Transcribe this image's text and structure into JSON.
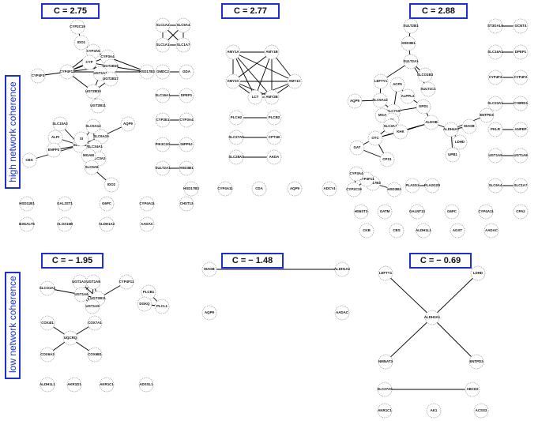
{
  "labels": {
    "high": "high network coherence",
    "low": "low network coherence"
  },
  "colors": {
    "accent": "#1f2ed1",
    "node_border": "#999999",
    "edge": "#000000"
  },
  "panels": [
    {
      "id": "p1",
      "c_label": "C = 2.75",
      "nodes": [
        {
          "id": "a1",
          "label": "CYP2C19"
        },
        {
          "id": "a2",
          "label": "IDO1"
        },
        {
          "id": "a3",
          "label": "CYP3A5"
        },
        {
          "id": "a4",
          "label": "CYP3A4"
        },
        {
          "id": "a5",
          "label": "CYP4F12"
        },
        {
          "id": "a6",
          "label": "CYP4F3"
        },
        {
          "id": "a7",
          "label": "CYP"
        },
        {
          "id": "a8",
          "label": "UGT2B15"
        },
        {
          "id": "a9",
          "label": "UGT1A1"
        },
        {
          "id": "a10",
          "label": "UGT2B17"
        },
        {
          "id": "a11",
          "label": "UGT2B10"
        },
        {
          "id": "a12",
          "label": "UGT2B11"
        },
        {
          "id": "a13",
          "label": "HSD17B3"
        },
        {
          "id": "b1",
          "label": "SLC1A2"
        },
        {
          "id": "b2",
          "label": "SLC6A4"
        },
        {
          "id": "b3",
          "label": "SLC1A1"
        },
        {
          "id": "b4",
          "label": "SLC1A7"
        },
        {
          "id": "b5",
          "label": "GMDC2"
        },
        {
          "id": "b6",
          "label": "GDA"
        },
        {
          "id": "b7",
          "label": "SLC16A1"
        },
        {
          "id": "b8",
          "label": "DPEP1"
        },
        {
          "id": "b9",
          "label": "CYP2E1"
        },
        {
          "id": "b10",
          "label": "CYP3A4"
        },
        {
          "id": "b11",
          "label": "PIK3C2G"
        },
        {
          "id": "b12",
          "label": "INPP5J"
        },
        {
          "id": "b13",
          "label": "SULT2A1"
        },
        {
          "id": "b14",
          "label": "HSD3B1"
        },
        {
          "id": "c1",
          "label": "SLC10A2"
        },
        {
          "id": "c2",
          "label": "ALPI"
        },
        {
          "id": "c3",
          "label": "ENPP3"
        },
        {
          "id": "c4",
          "label": "SLC3A1"
        },
        {
          "id": "c5",
          "label": "SLC5A12"
        },
        {
          "id": "c6",
          "label": "SLC6A19"
        },
        {
          "id": "c7",
          "label": "SLC34A1"
        },
        {
          "id": "c8",
          "label": "SLC3A2"
        },
        {
          "id": "c9",
          "label": "MGAM"
        },
        {
          "id": "c10",
          "label": "SLC5A8"
        },
        {
          "id": "c11",
          "label": "AQP9"
        },
        {
          "id": "c12",
          "label": "CBS"
        },
        {
          "id": "c13",
          "label": "SI"
        },
        {
          "id": "c14",
          "label": "IDO2"
        },
        {
          "id": "d1",
          "label": "HSD11B1"
        },
        {
          "id": "d2",
          "label": "GAL3ST1"
        },
        {
          "id": "d3",
          "label": "G6PC"
        },
        {
          "id": "d4",
          "label": "CYP4A11"
        },
        {
          "id": "d5",
          "label": "CHST13"
        },
        {
          "id": "d6",
          "label": "B3GALT5"
        },
        {
          "id": "d7",
          "label": "ALOX15B"
        },
        {
          "id": "d8",
          "label": "ALDH1A2"
        },
        {
          "id": "d9",
          "label": "AADAC"
        }
      ]
    },
    {
      "id": "p2",
      "c_label": "C = 2.77",
      "nodes": [
        {
          "id": "e1",
          "label": "AMY1A"
        },
        {
          "id": "e2",
          "label": "AMY1B"
        },
        {
          "id": "e3",
          "label": "AMY1C"
        },
        {
          "id": "e4",
          "label": "AMY2A"
        },
        {
          "id": "e5",
          "label": "LCT"
        },
        {
          "id": "e6",
          "label": "AMY2B"
        },
        {
          "id": "e7",
          "label": "PLCH2"
        },
        {
          "id": "e8",
          "label": "PLCB2"
        },
        {
          "id": "e9",
          "label": "SLC27A5"
        },
        {
          "id": "e10",
          "label": "CPT1B"
        },
        {
          "id": "e11",
          "label": "SLC28A3"
        },
        {
          "id": "e12",
          "label": "AKDA"
        },
        {
          "id": "e13",
          "label": "HSD17B3"
        },
        {
          "id": "e14",
          "label": "CYP4A11"
        },
        {
          "id": "e15",
          "label": "CDA"
        },
        {
          "id": "e16",
          "label": "AQP9"
        },
        {
          "id": "e17",
          "label": "ADCY4"
        }
      ]
    },
    {
      "id": "p3",
      "c_label": "C = 2.88",
      "nodes": [
        {
          "id": "f1",
          "label": "SULT2B1"
        },
        {
          "id": "f2",
          "label": "HSD3B1"
        },
        {
          "id": "f3",
          "label": "SULT2A1"
        },
        {
          "id": "f4",
          "label": "SLCO1B3"
        },
        {
          "id": "f5",
          "label": "SULT1C1"
        },
        {
          "id": "f6",
          "label": "LEFTY1"
        },
        {
          "id": "f7",
          "label": "ACP5"
        },
        {
          "id": "f8",
          "label": "ALPPL2"
        },
        {
          "id": "f9",
          "label": "AQP9"
        },
        {
          "id": "f10",
          "label": "SLC5A12"
        },
        {
          "id": "f11",
          "label": "SLC7A9"
        },
        {
          "id": "f12",
          "label": "MGA"
        },
        {
          "id": "f13",
          "label": "SI"
        },
        {
          "id": "f14",
          "label": "SLC3A1"
        },
        {
          "id": "f15",
          "label": "GPD1"
        },
        {
          "id": "f16",
          "label": "ALDOB"
        },
        {
          "id": "f17",
          "label": "OTC"
        },
        {
          "id": "f18",
          "label": "GAT"
        },
        {
          "id": "f19",
          "label": "KHK"
        },
        {
          "id": "f20",
          "label": "CPS1"
        },
        {
          "id": "f21",
          "label": "ALDH4A1"
        },
        {
          "id": "f22",
          "label": "MAOB"
        },
        {
          "id": "f23",
          "label": "ENTPD3"
        },
        {
          "id": "f24",
          "label": "LDHD"
        },
        {
          "id": "f25",
          "label": "UPB1"
        },
        {
          "id": "f26",
          "label": "HSD17B3"
        },
        {
          "id": "f27",
          "label": "HSD3B2"
        },
        {
          "id": "f28",
          "label": "CYP4F11"
        },
        {
          "id": "f29",
          "label": "CYP2C19"
        },
        {
          "id": "f30",
          "label": "PLA2G3"
        },
        {
          "id": "f31",
          "label": "PLA2G2D"
        },
        {
          "id": "f32",
          "label": "CYP3A4"
        },
        {
          "id": "g1",
          "label": "ST3GAL6"
        },
        {
          "id": "g2",
          "label": "GCNT4"
        },
        {
          "id": "g3",
          "label": "SLC16A1"
        },
        {
          "id": "g4",
          "label": "DPEP1"
        },
        {
          "id": "g5",
          "label": "CYP4F3"
        },
        {
          "id": "g6",
          "label": "CYP4F2"
        },
        {
          "id": "g7",
          "label": "SLC23A1"
        },
        {
          "id": "g8",
          "label": "CYBRD1"
        },
        {
          "id": "g9",
          "label": "PKLR"
        },
        {
          "id": "g10",
          "label": "ANPEP"
        },
        {
          "id": "g11",
          "label": "UGT1A9"
        },
        {
          "id": "g12",
          "label": "UGT1A8"
        },
        {
          "id": "g13",
          "label": "SLC6A4"
        },
        {
          "id": "g14",
          "label": "SLC1A7"
        },
        {
          "id": "h1",
          "label": "HS6ST3"
        },
        {
          "id": "h2",
          "label": "GATM"
        },
        {
          "id": "h3",
          "label": "GALNT13"
        },
        {
          "id": "h4",
          "label": "G6PC"
        },
        {
          "id": "h5",
          "label": "CYP4A11"
        },
        {
          "id": "h6",
          "label": "CPA2"
        },
        {
          "id": "h7",
          "label": "CKB"
        },
        {
          "id": "h8",
          "label": "CBS"
        },
        {
          "id": "h9",
          "label": "ALDH1L1"
        },
        {
          "id": "h10",
          "label": "AGXT"
        },
        {
          "id": "h11",
          "label": "AADAC"
        }
      ]
    },
    {
      "id": "p4",
      "c_label": "C = − 1.95",
      "nodes": [
        {
          "id": "i1",
          "label": "SLCO1A2"
        },
        {
          "id": "i2",
          "label": "UGT1A10"
        },
        {
          "id": "i3",
          "label": "UGT1A8"
        },
        {
          "id": "i4",
          "label": "CYP4F11"
        },
        {
          "id": "i5",
          "label": "PLCB1"
        },
        {
          "id": "i6",
          "label": "UGT1A6"
        },
        {
          "id": "i7",
          "label": "UGT2B11"
        },
        {
          "id": "i8",
          "label": "UGT1A9"
        },
        {
          "id": "i9",
          "label": "DGKQ"
        },
        {
          "id": "i10",
          "label": "PLCL1"
        },
        {
          "id": "i11",
          "label": "COX4I1"
        },
        {
          "id": "i12",
          "label": "COX7A1"
        },
        {
          "id": "i13",
          "label": "UQCRQ"
        },
        {
          "id": "i14",
          "label": "COX6A2"
        },
        {
          "id": "i15",
          "label": "COX6B1"
        },
        {
          "id": "i16",
          "label": "ALDH1L1"
        },
        {
          "id": "i17",
          "label": "AKR1D1"
        },
        {
          "id": "i18",
          "label": "AKR1C1"
        },
        {
          "id": "i19",
          "label": "ADSSL1"
        }
      ]
    },
    {
      "id": "p5",
      "c_label": "C = − 1.48",
      "nodes": [
        {
          "id": "j1",
          "label": "MAOB"
        },
        {
          "id": "j2",
          "label": "ALDH1A2"
        },
        {
          "id": "j3",
          "label": "AQP9"
        },
        {
          "id": "j4",
          "label": "AADAC"
        }
      ]
    },
    {
      "id": "p6",
      "c_label": "C = − 0.69",
      "nodes": [
        {
          "id": "k1",
          "label": "LEFTY1"
        },
        {
          "id": "k2",
          "label": "LDHD"
        },
        {
          "id": "k3",
          "label": "ALDH3A1"
        },
        {
          "id": "k4",
          "label": "NMNAT3"
        },
        {
          "id": "k5",
          "label": "ENTPD3"
        },
        {
          "id": "k6",
          "label": "SLC27A5"
        },
        {
          "id": "k7",
          "label": "ABCD2"
        },
        {
          "id": "k8",
          "label": "AKR1C1"
        },
        {
          "id": "k9",
          "label": "AK1"
        },
        {
          "id": "k10",
          "label": "ACSS3"
        }
      ]
    }
  ]
}
